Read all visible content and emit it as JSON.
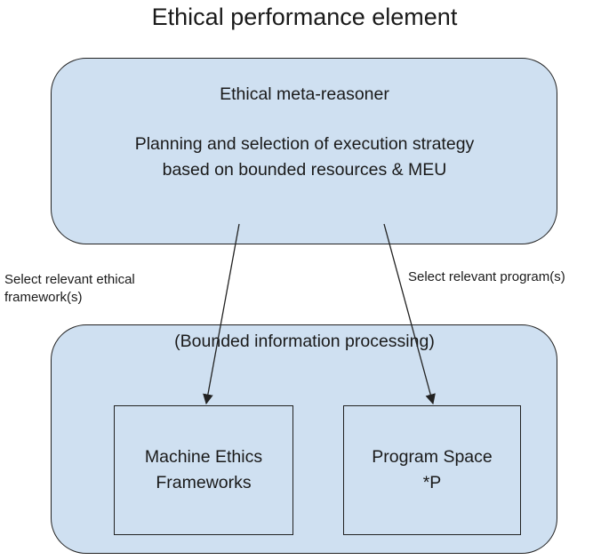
{
  "title": "Ethical performance element",
  "meta_reasoner": {
    "name": "Ethical meta-reasoner",
    "description_lines": [
      "Planning and selection of execution strategy",
      "based on bounded resources & MEU"
    ]
  },
  "bounded_region": {
    "label": "(Bounded information processing)"
  },
  "nodes": {
    "machine_ethics": {
      "lines": [
        "Machine Ethics",
        "Frameworks"
      ]
    },
    "program_space": {
      "lines": [
        "Program Space",
        "*P"
      ]
    }
  },
  "edges": {
    "left": {
      "label_lines": [
        "Select relevant ethical",
        "framework(s)"
      ]
    },
    "right": {
      "label": "Select relevant program(s)"
    }
  },
  "colors": {
    "box_fill": "#cfe0f1",
    "stroke": "#222222"
  }
}
